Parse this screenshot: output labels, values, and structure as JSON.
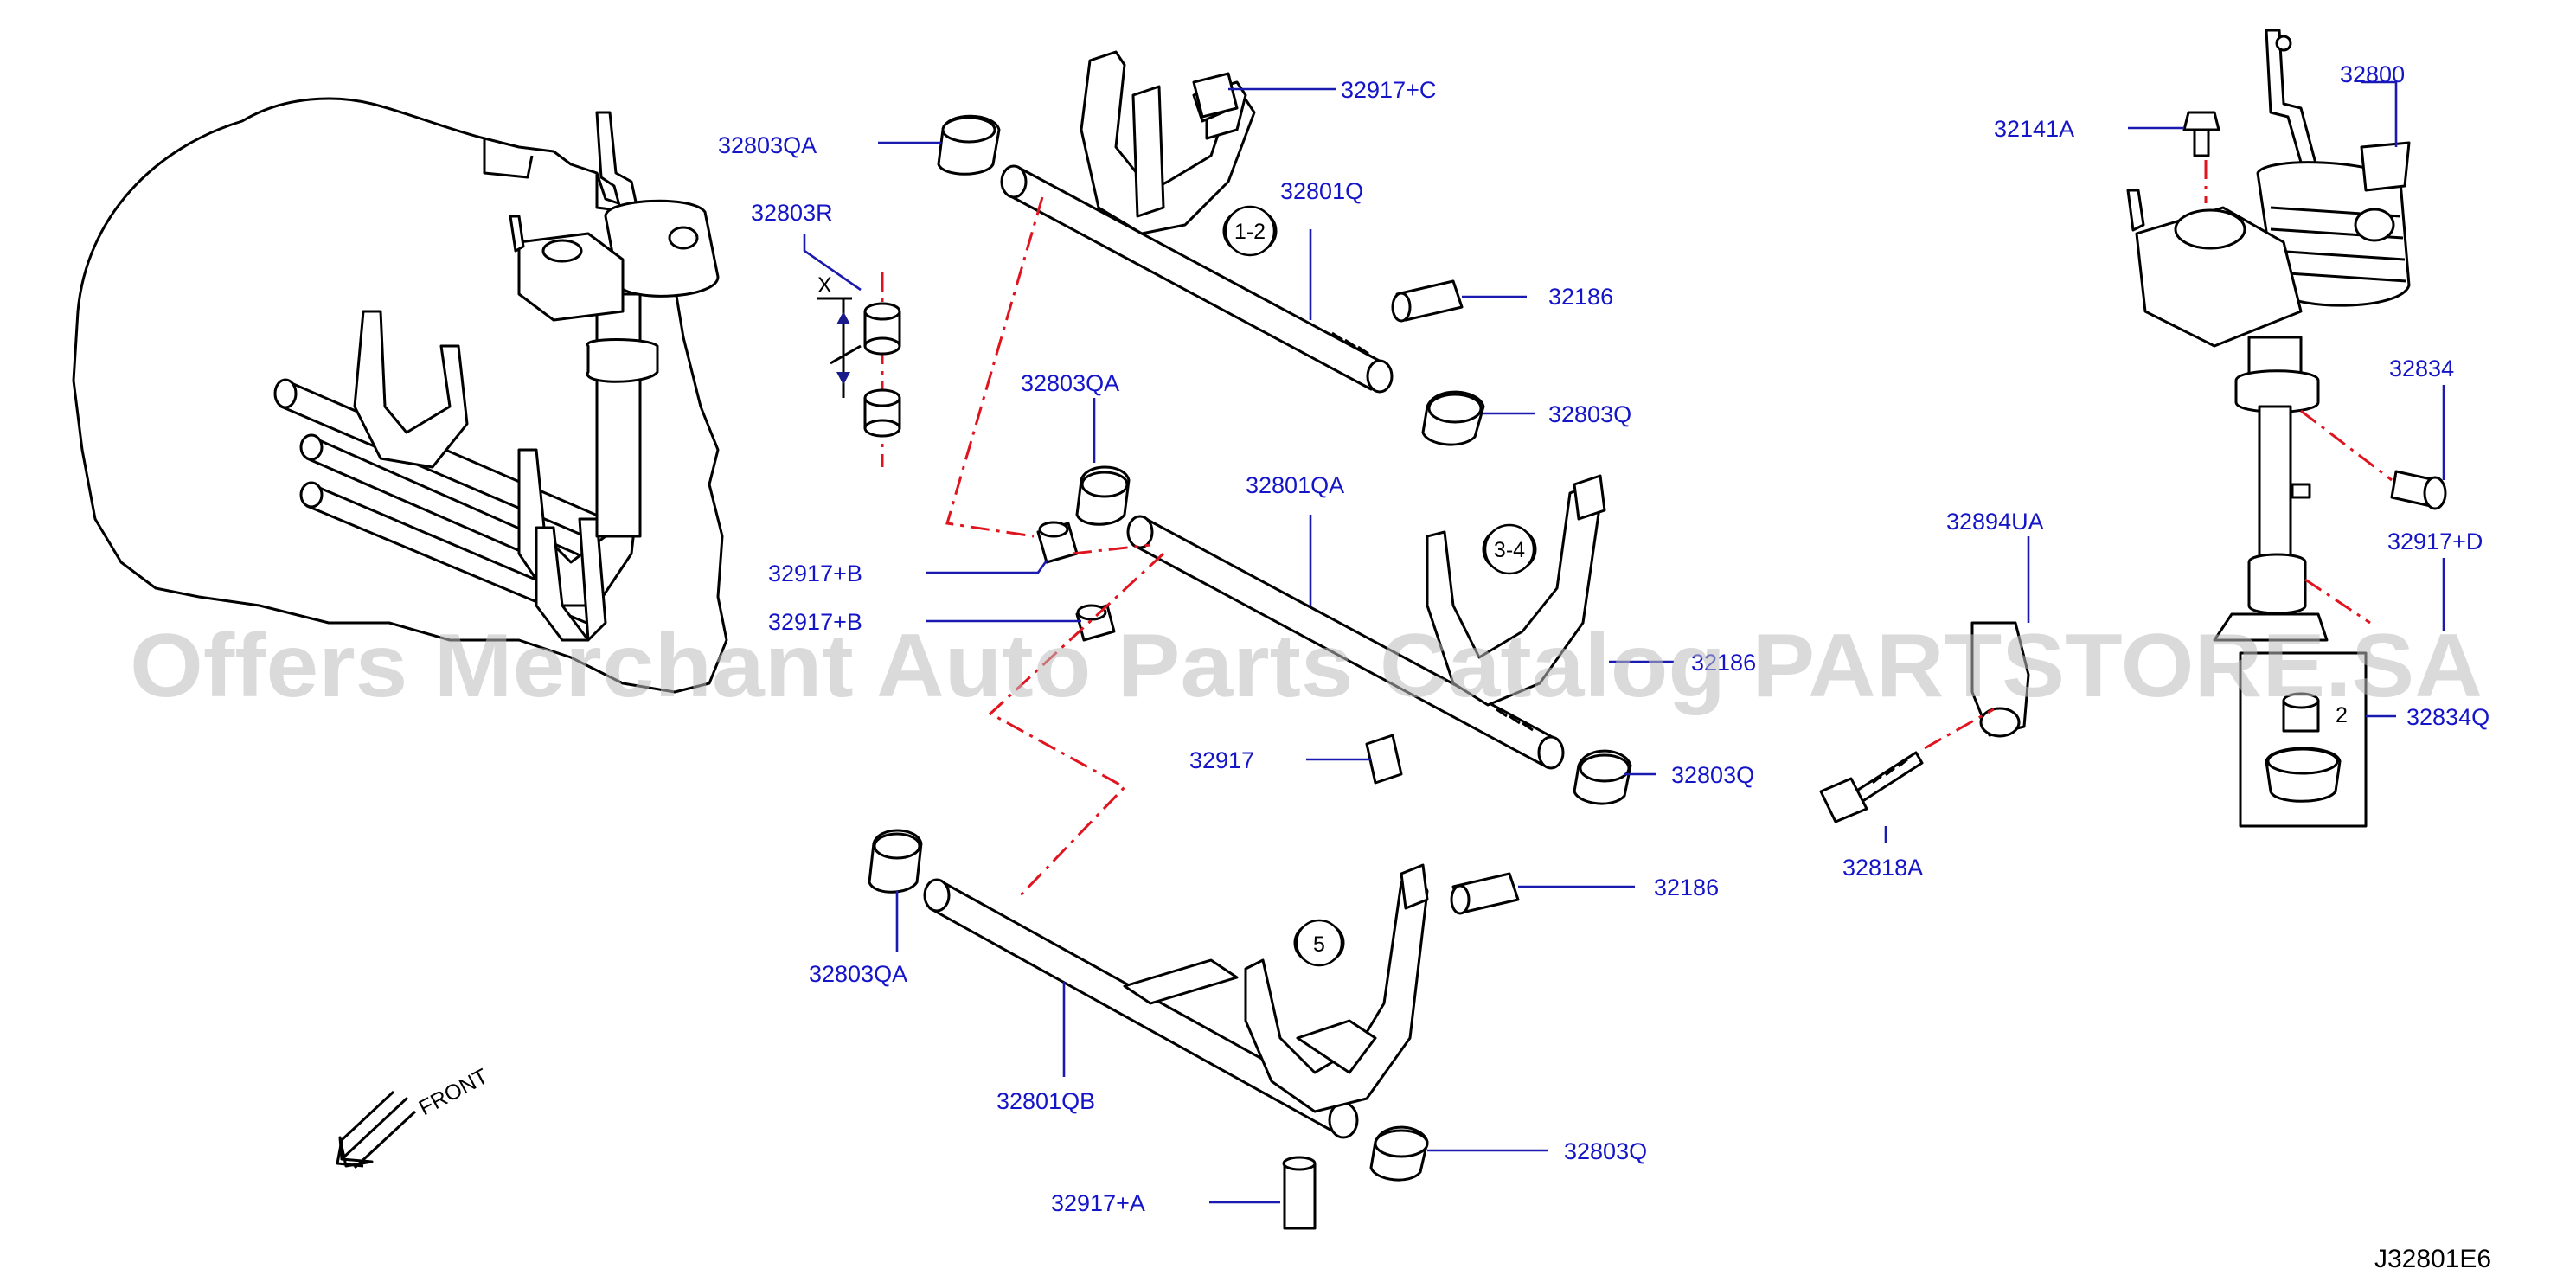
{
  "diagram": {
    "code": "J32801E6",
    "watermark": "Offers Merchant Auto Parts Catalog PARTSTORE.SA",
    "front_label": "FRONT",
    "dimension_mark": "X",
    "labels": {
      "p32803QA_top": "32803QA",
      "p32803R": "32803R",
      "p32917C": "32917+C",
      "p32801Q": "32801Q",
      "p32186_top": "32186",
      "p32803Q_top": "32803Q",
      "p32803QA_mid": "32803QA",
      "p32801QA": "32801QA",
      "p32917B_1": "32917+B",
      "p32917B_2": "32917+B",
      "p32186_mid": "32186",
      "p32917": "32917",
      "p32803Q_mid": "32803Q",
      "p32186_low": "32186",
      "p32803QA_low": "32803QA",
      "p32801QB": "32801QB",
      "p32803Q_low": "32803Q",
      "p32917A": "32917+A",
      "p32141A": "32141A",
      "p32800": "32800",
      "p32834": "32834",
      "p32917D": "32917+D",
      "p32894UA": "32894UA",
      "p32834Q": "32834Q",
      "p32818A": "32818A"
    },
    "gear_marks": {
      "g12": "1-2",
      "g34": "3-4",
      "g5": "5"
    },
    "qty_mark": "2"
  }
}
